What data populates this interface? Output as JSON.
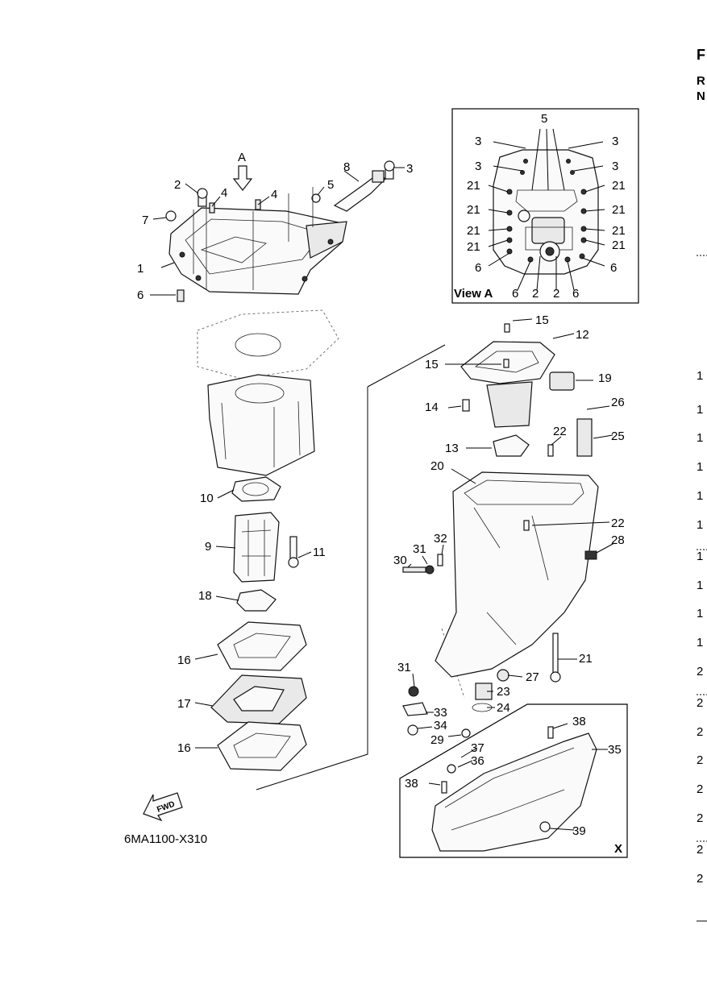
{
  "diagram": {
    "code": "6MA1100-X310",
    "view_a_label": "View A",
    "view_a_arrow_label": "A",
    "fwd_label": "FWD",
    "inset_x_label": "X",
    "callouts_main": [
      "1",
      "2",
      "3",
      "4",
      "4",
      "5",
      "6",
      "7",
      "8",
      "9",
      "10",
      "11",
      "12",
      "13",
      "14",
      "15",
      "15",
      "16",
      "16",
      "17",
      "18",
      "19",
      "20",
      "21",
      "22",
      "22",
      "23",
      "24",
      "25",
      "26",
      "27",
      "28",
      "29",
      "30",
      "31",
      "31",
      "32",
      "33",
      "34",
      "35",
      "36",
      "37",
      "38",
      "38",
      "39"
    ],
    "callouts_view_a": [
      "5",
      "3",
      "3",
      "3",
      "3",
      "21",
      "21",
      "21",
      "21",
      "21",
      "21",
      "21",
      "21",
      "6",
      "6",
      "6",
      "6",
      "2",
      "2"
    ]
  },
  "right_edge": {
    "header": [
      "F",
      "R",
      "N"
    ],
    "rows": [
      "1",
      "1",
      "1",
      "1",
      "1",
      "1",
      "1",
      "1",
      "1",
      "1",
      "2",
      "2",
      "2",
      "2",
      "2",
      "2",
      "2",
      "2"
    ]
  }
}
